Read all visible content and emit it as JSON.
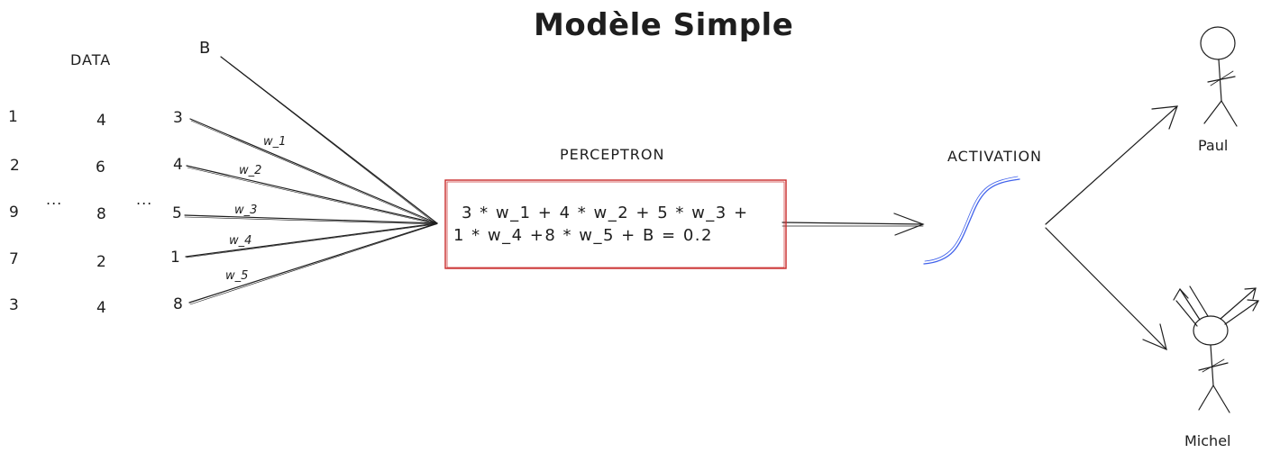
{
  "title": "Modèle Simple",
  "data_label": "DATA",
  "bias_label": "B",
  "data_columns": [
    [
      "1",
      "2",
      "9",
      "7",
      "3"
    ],
    [
      "4",
      "6",
      "8",
      "2",
      "4"
    ],
    [
      "3",
      "4",
      "5",
      "1",
      "8"
    ]
  ],
  "ellipsis": "...",
  "weights": [
    "w_1",
    "w_2",
    "w_3",
    "w_4",
    "w_5"
  ],
  "perceptron": {
    "label": "PERCEPTRON",
    "line1": "3 * w_1 + 4 * w_2 + 5 * w_3 +",
    "line2": "1 * w_4 +8 * w_5 + B = 0.2",
    "border_color": "#c92a2a"
  },
  "activation": {
    "label": "ACTIVATION",
    "curve_color": "#4263eb"
  },
  "outputs": [
    "Paul",
    "Michel"
  ]
}
